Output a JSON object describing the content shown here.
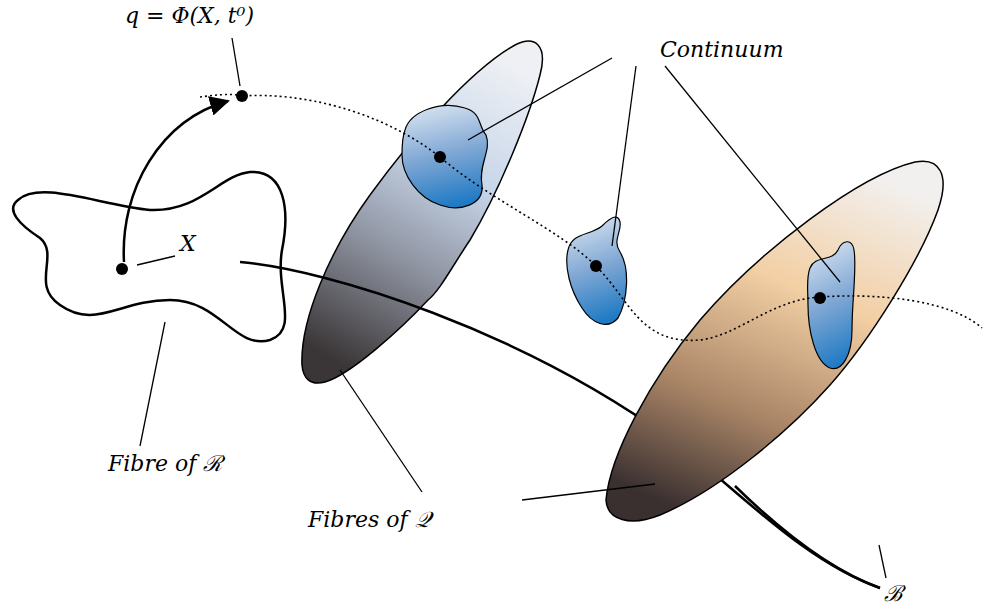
{
  "diagram": {
    "labels": [
      "q = Φ(X, t⁰)",
      "Continuum",
      "X",
      "Fibre of ℛ",
      "Fibres of 𝒬",
      "ℬ"
    ]
  }
}
